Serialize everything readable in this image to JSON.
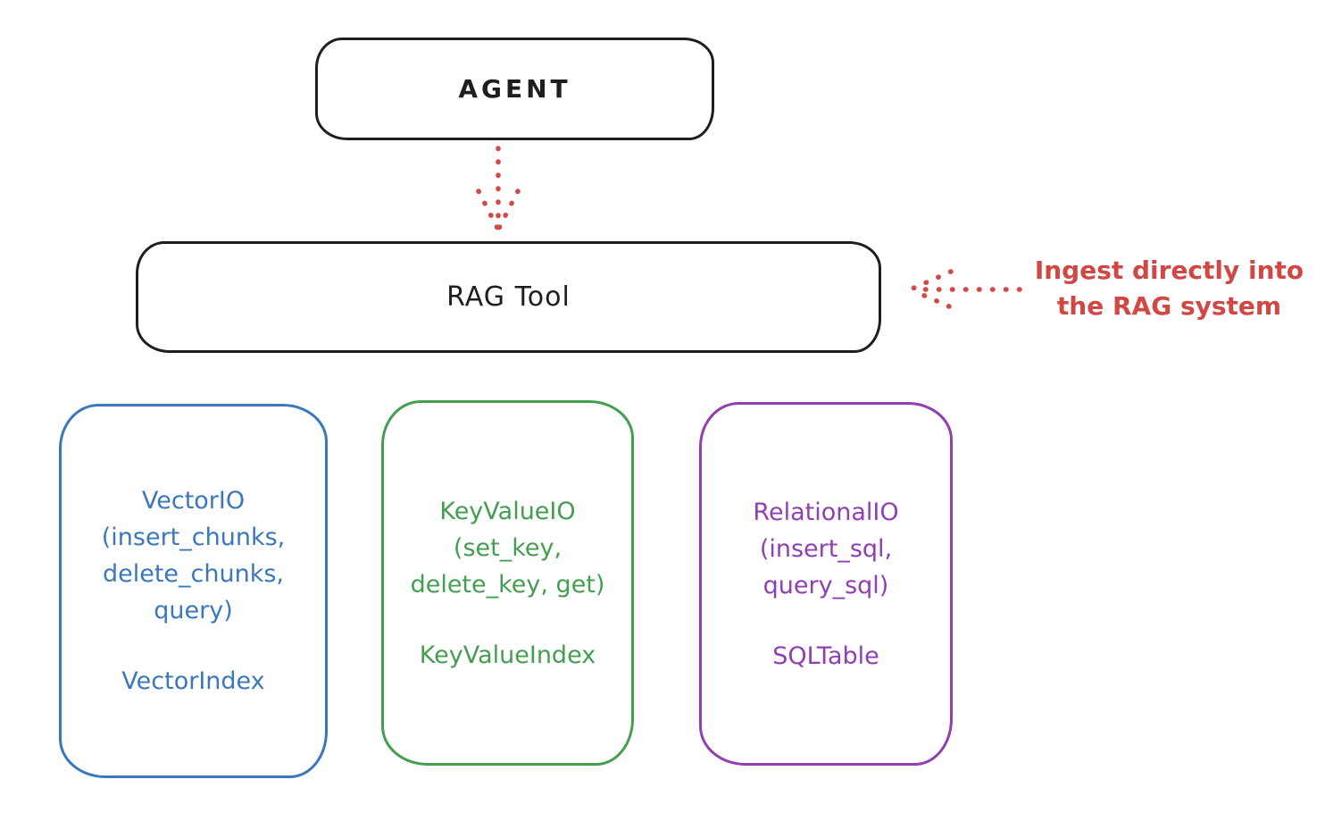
{
  "colors": {
    "ink": "#1e1e1e",
    "red": "#d24a45",
    "blue": "#3a77bc",
    "green": "#449e50",
    "purple": "#913eb4",
    "background": "#ffffff"
  },
  "agent_box": {
    "label": "AGENT"
  },
  "rag_tool_box": {
    "label": "RAG Tool"
  },
  "annotation": {
    "line1": "Ingest directly into",
    "line2": "the RAG system"
  },
  "arrows": {
    "agent_to_rag": {
      "style": "dotted",
      "direction": "down",
      "color": "#d24a45"
    },
    "annotation_to_rag": {
      "style": "dotted",
      "direction": "left",
      "color": "#d24a45"
    }
  },
  "io_boxes": [
    {
      "name": "VectorIO",
      "lines": [
        "VectorIO",
        "(insert_chunks,",
        "delete_chunks,",
        "query)"
      ],
      "index_label": "VectorIndex",
      "color": "#3a77bc"
    },
    {
      "name": "KeyValueIO",
      "lines": [
        "KeyValueIO",
        "(set_key,",
        "delete_key, get)"
      ],
      "index_label": "KeyValueIndex",
      "color": "#449e50"
    },
    {
      "name": "RelationalIO",
      "lines": [
        "RelationalIO",
        "(insert_sql,",
        "query_sql)"
      ],
      "index_label": "SQLTable",
      "color": "#913eb4"
    }
  ]
}
